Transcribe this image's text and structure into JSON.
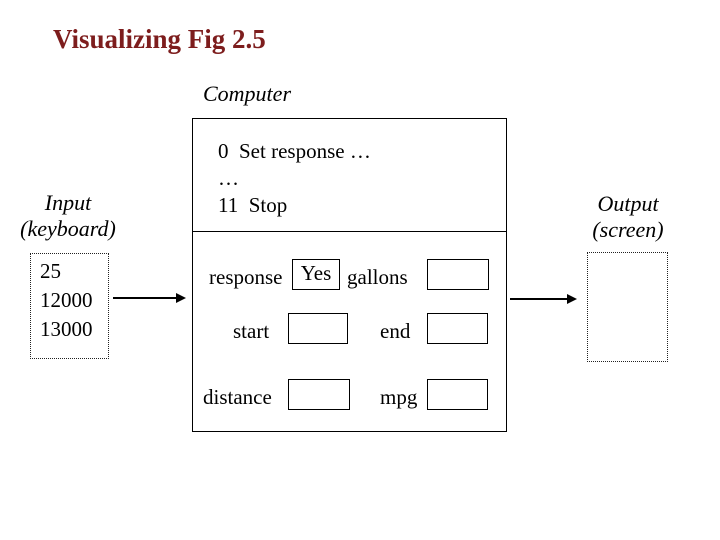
{
  "title": "Visualizing Fig 2.5",
  "colors": {
    "title": "#7d1d1d",
    "text": "#000000",
    "background": "#ffffff",
    "lines": "#000000"
  },
  "computer": {
    "label": "Computer",
    "program_lines": [
      "0  Set response …",
      "…",
      "11  Stop"
    ],
    "memory": {
      "response_label": "response",
      "response_value": "Yes",
      "gallons_label": "gallons",
      "gallons_value": "",
      "start_label": "start",
      "start_value": "",
      "end_label": "end",
      "end_value": "",
      "distance_label": "distance",
      "distance_value": "",
      "mpg_label": "mpg",
      "mpg_value": ""
    }
  },
  "input": {
    "label": "Input",
    "sublabel": "(keyboard)",
    "values": [
      "25",
      "12000",
      "13000"
    ]
  },
  "output": {
    "label": "Output",
    "sublabel": "(screen)"
  }
}
